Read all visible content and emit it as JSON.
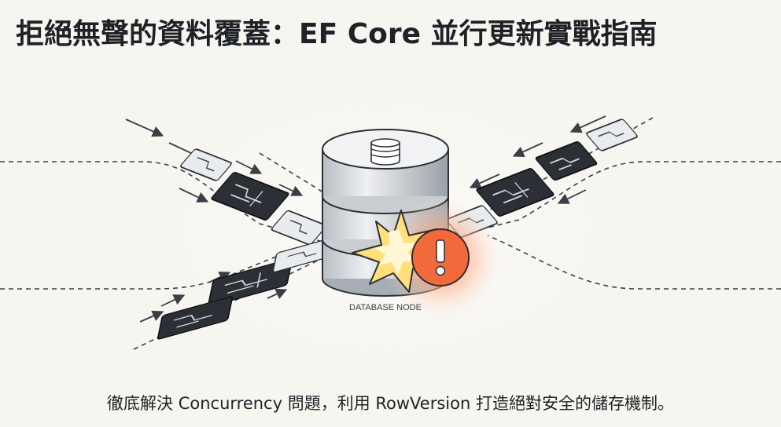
{
  "header": {
    "title": "拒絕無聲的資料覆蓋：EF Core 並行更新實戰指南"
  },
  "illustration": {
    "database_label": "DATABASE NODE",
    "icons": [
      "database-icon",
      "collision-burst-icon",
      "warning-icon",
      "circuit-card-icon",
      "arrow-icon"
    ],
    "colors": {
      "background": "#f7f5ef",
      "ink": "#1e2227",
      "warning_orange": "#f26a3c",
      "burst_yellow": "#ffe07a",
      "card_dark": "#2c2f35",
      "card_light": "#e9ecef"
    }
  },
  "footer": {
    "subtitle": "徹底解決 Concurrency 問題，利用 RowVersion 打造絕對安全的儲存機制。"
  }
}
